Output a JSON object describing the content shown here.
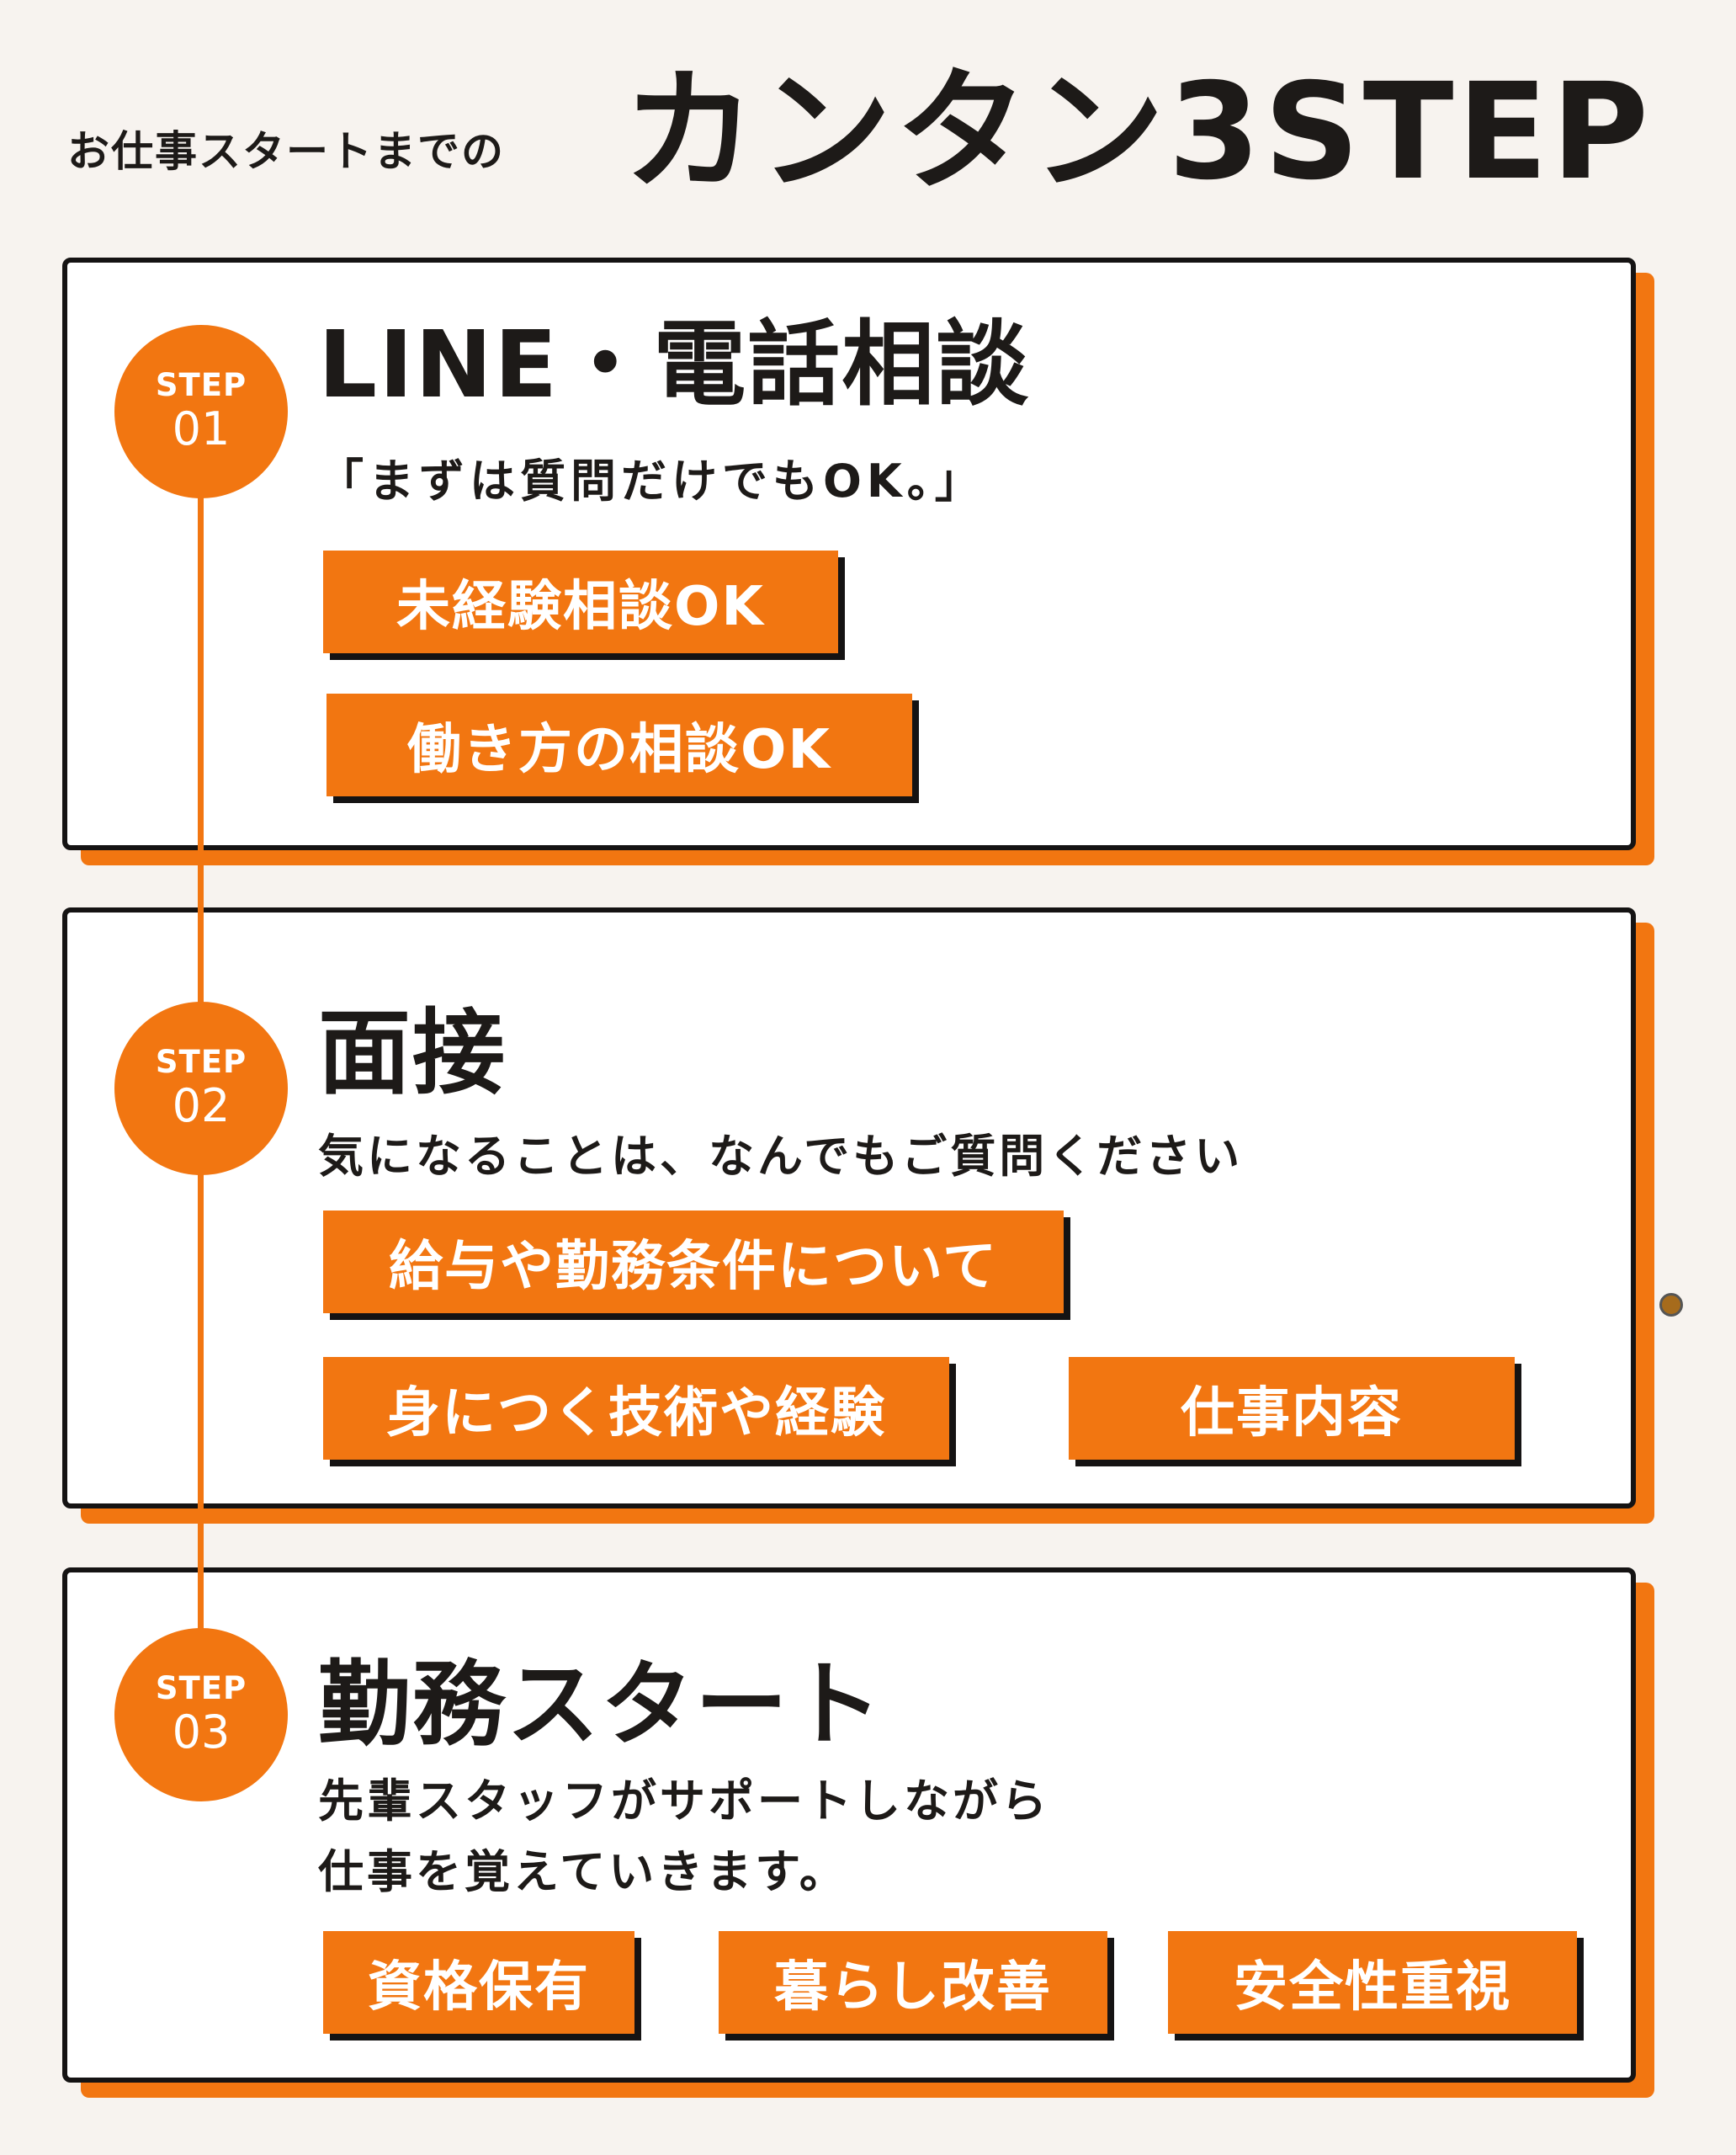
{
  "header": {
    "lead": "お仕事スタートまでの",
    "title": "カンタン3STEP"
  },
  "steps": [
    {
      "badge_label": "STEP",
      "badge_number": "01",
      "title": "LINE・電話相談",
      "description": "「まずは質問だけでもOK。」",
      "tags": [
        "未経験相談OK",
        "働き方の相談OK"
      ]
    },
    {
      "badge_label": "STEP",
      "badge_number": "02",
      "title": "面接",
      "description": "気になることは、なんでもご質問ください",
      "tags": [
        "給与や勤務条件について",
        "身につく技術や経験",
        "仕事内容"
      ]
    },
    {
      "badge_label": "STEP",
      "badge_number": "03",
      "title": "勤務スタート",
      "description_lines": [
        "先輩スタッフがサポートしながら",
        "仕事を覚えていきます。"
      ],
      "tags": [
        "資格保有",
        "暮らし改善",
        "安全性重視"
      ]
    }
  ],
  "colors": {
    "accent": "#f27611",
    "background": "#f7f3ef",
    "border": "#151313",
    "text": "#1d1a18"
  }
}
